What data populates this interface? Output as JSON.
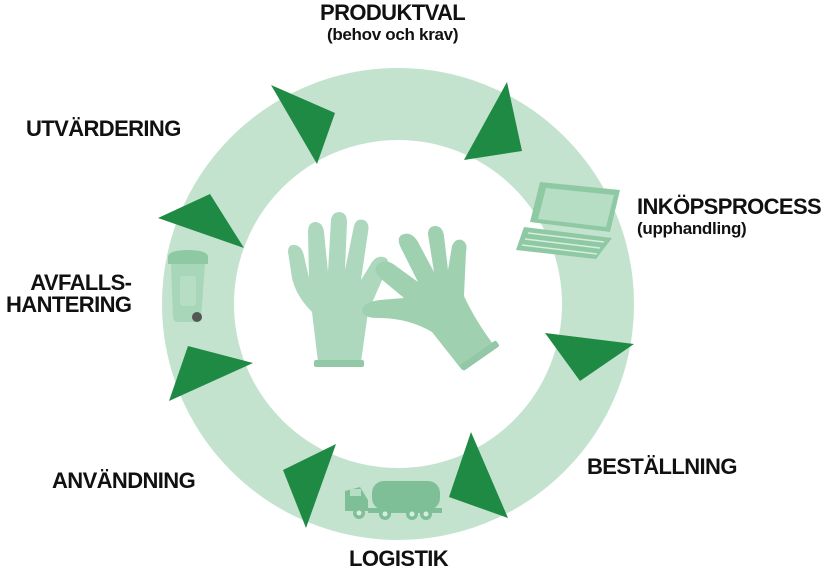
{
  "colors": {
    "ring": "#c3e3cf",
    "arrow": "#1f8a44",
    "icon": "#9fd2b2",
    "icon_dark": "#7fbf97",
    "text": "#111111"
  },
  "icons": [
    "laptop-icon",
    "truck-icon",
    "waste-bin-icon",
    "gloves-icon"
  ],
  "stages": {
    "produktval": {
      "title": "PRODUKTVAL",
      "subtitle": "(behov och krav)"
    },
    "inkopsprocess": {
      "title": "INKÖPSPROCESS",
      "subtitle": "(upphandling)"
    },
    "bestallning": {
      "title": "BESTÄLLNING"
    },
    "logistik": {
      "title": "LOGISTIK"
    },
    "anvandning": {
      "title": "ANVÄNDNING"
    },
    "avfallshantering": {
      "title_line1": "AVFALLS-",
      "title_line2": "HANTERING"
    },
    "utvardering": {
      "title": "UTVÄRDERING"
    }
  }
}
